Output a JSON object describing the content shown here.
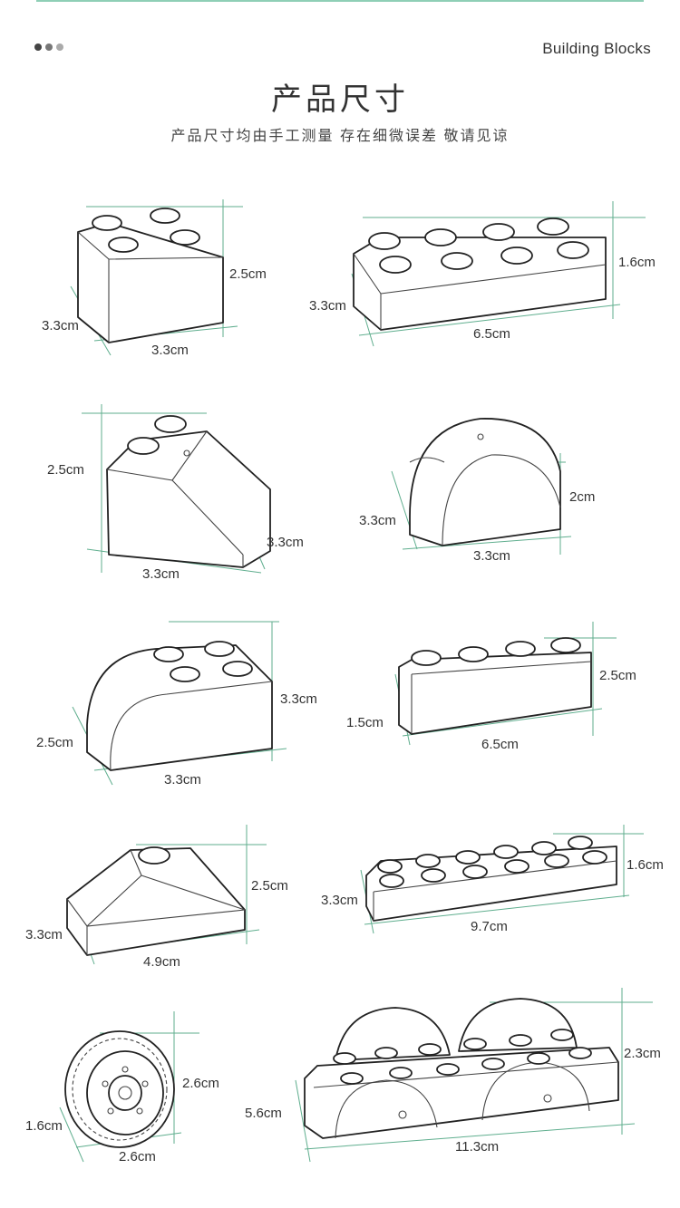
{
  "header": {
    "brand": "Building Blocks",
    "title": "产品尺寸",
    "subtitle": "产品尺寸均由手工测量 存在细微误差 敬请见谅",
    "dots": [
      "#444444",
      "#777777",
      "#aaaaaa"
    ]
  },
  "colors": {
    "accent_line": "#8fcfb6",
    "guide": "#5fae8e"
  },
  "blocks": [
    {
      "name": "2x2 square brick",
      "dims": {
        "height": "2.5cm",
        "depth": "3.3cm",
        "width": "3.3cm"
      }
    },
    {
      "name": "2x4 flat plate",
      "dims": {
        "height": "1.6cm",
        "depth": "3.3cm",
        "width": "6.5cm"
      }
    },
    {
      "name": "slope brick",
      "dims": {
        "height": "2.5cm",
        "depth": "3.3cm",
        "width": "3.3cm"
      }
    },
    {
      "name": "arch half-round brick",
      "dims": {
        "height": "2cm",
        "depth": "3.3cm",
        "width": "3.3cm"
      }
    },
    {
      "name": "curved top brick",
      "dims": {
        "height": "3.3cm",
        "depth": "2.5cm",
        "width": "3.3cm"
      }
    },
    {
      "name": "1x4 long brick",
      "dims": {
        "height": "2.5cm",
        "depth": "1.5cm",
        "width": "6.5cm"
      }
    },
    {
      "name": "roof slope brick",
      "dims": {
        "height": "2.5cm",
        "depth": "3.3cm",
        "width": "4.9cm"
      }
    },
    {
      "name": "2x6 flat plate",
      "dims": {
        "height": "1.6cm",
        "depth": "3.3cm",
        "width": "9.7cm"
      }
    },
    {
      "name": "wheel",
      "dims": {
        "height": "2.6cm",
        "depth": "1.6cm",
        "width": "2.6cm"
      }
    },
    {
      "name": "car base",
      "dims": {
        "height": "2.3cm",
        "depth": "5.6cm",
        "width": "11.3cm"
      }
    }
  ]
}
